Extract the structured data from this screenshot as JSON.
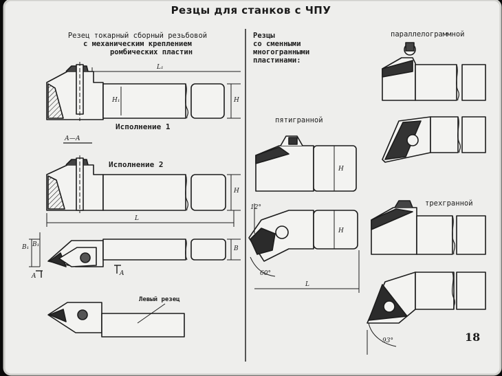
{
  "title": "Резцы для станков с ЧПУ",
  "left_panel": {
    "heading": [
      "Резец токарный сборный резьбовой",
      "с механическим креплением",
      "ромбических пластин"
    ],
    "execution_1": "Исполнение 1",
    "execution_2": "Исполнение 2",
    "section_label": "А—А",
    "left_cutter": "Левый резец",
    "dims": {
      "L1": "L₁",
      "H1": "H₁",
      "H": "H",
      "L": "L",
      "B1": "B₁",
      "B2": "B₁",
      "B": "B",
      "A": "A"
    }
  },
  "right_panel": {
    "heading": [
      "Резцы",
      "со сменными",
      "многогранными",
      "пластинами:"
    ],
    "parallelogram": "параллелограммной",
    "pentagonal": "пятигранной",
    "triangular": "трехгранной",
    "angle_12": "12°",
    "angle_60": "60°",
    "angle_93": "93°",
    "dims": {
      "H": "H",
      "L": "L"
    }
  },
  "page_number": "18",
  "colors": {
    "paper": "#eeeeec",
    "ink": "#1c1c1c",
    "frame": "#0a0a0a"
  }
}
